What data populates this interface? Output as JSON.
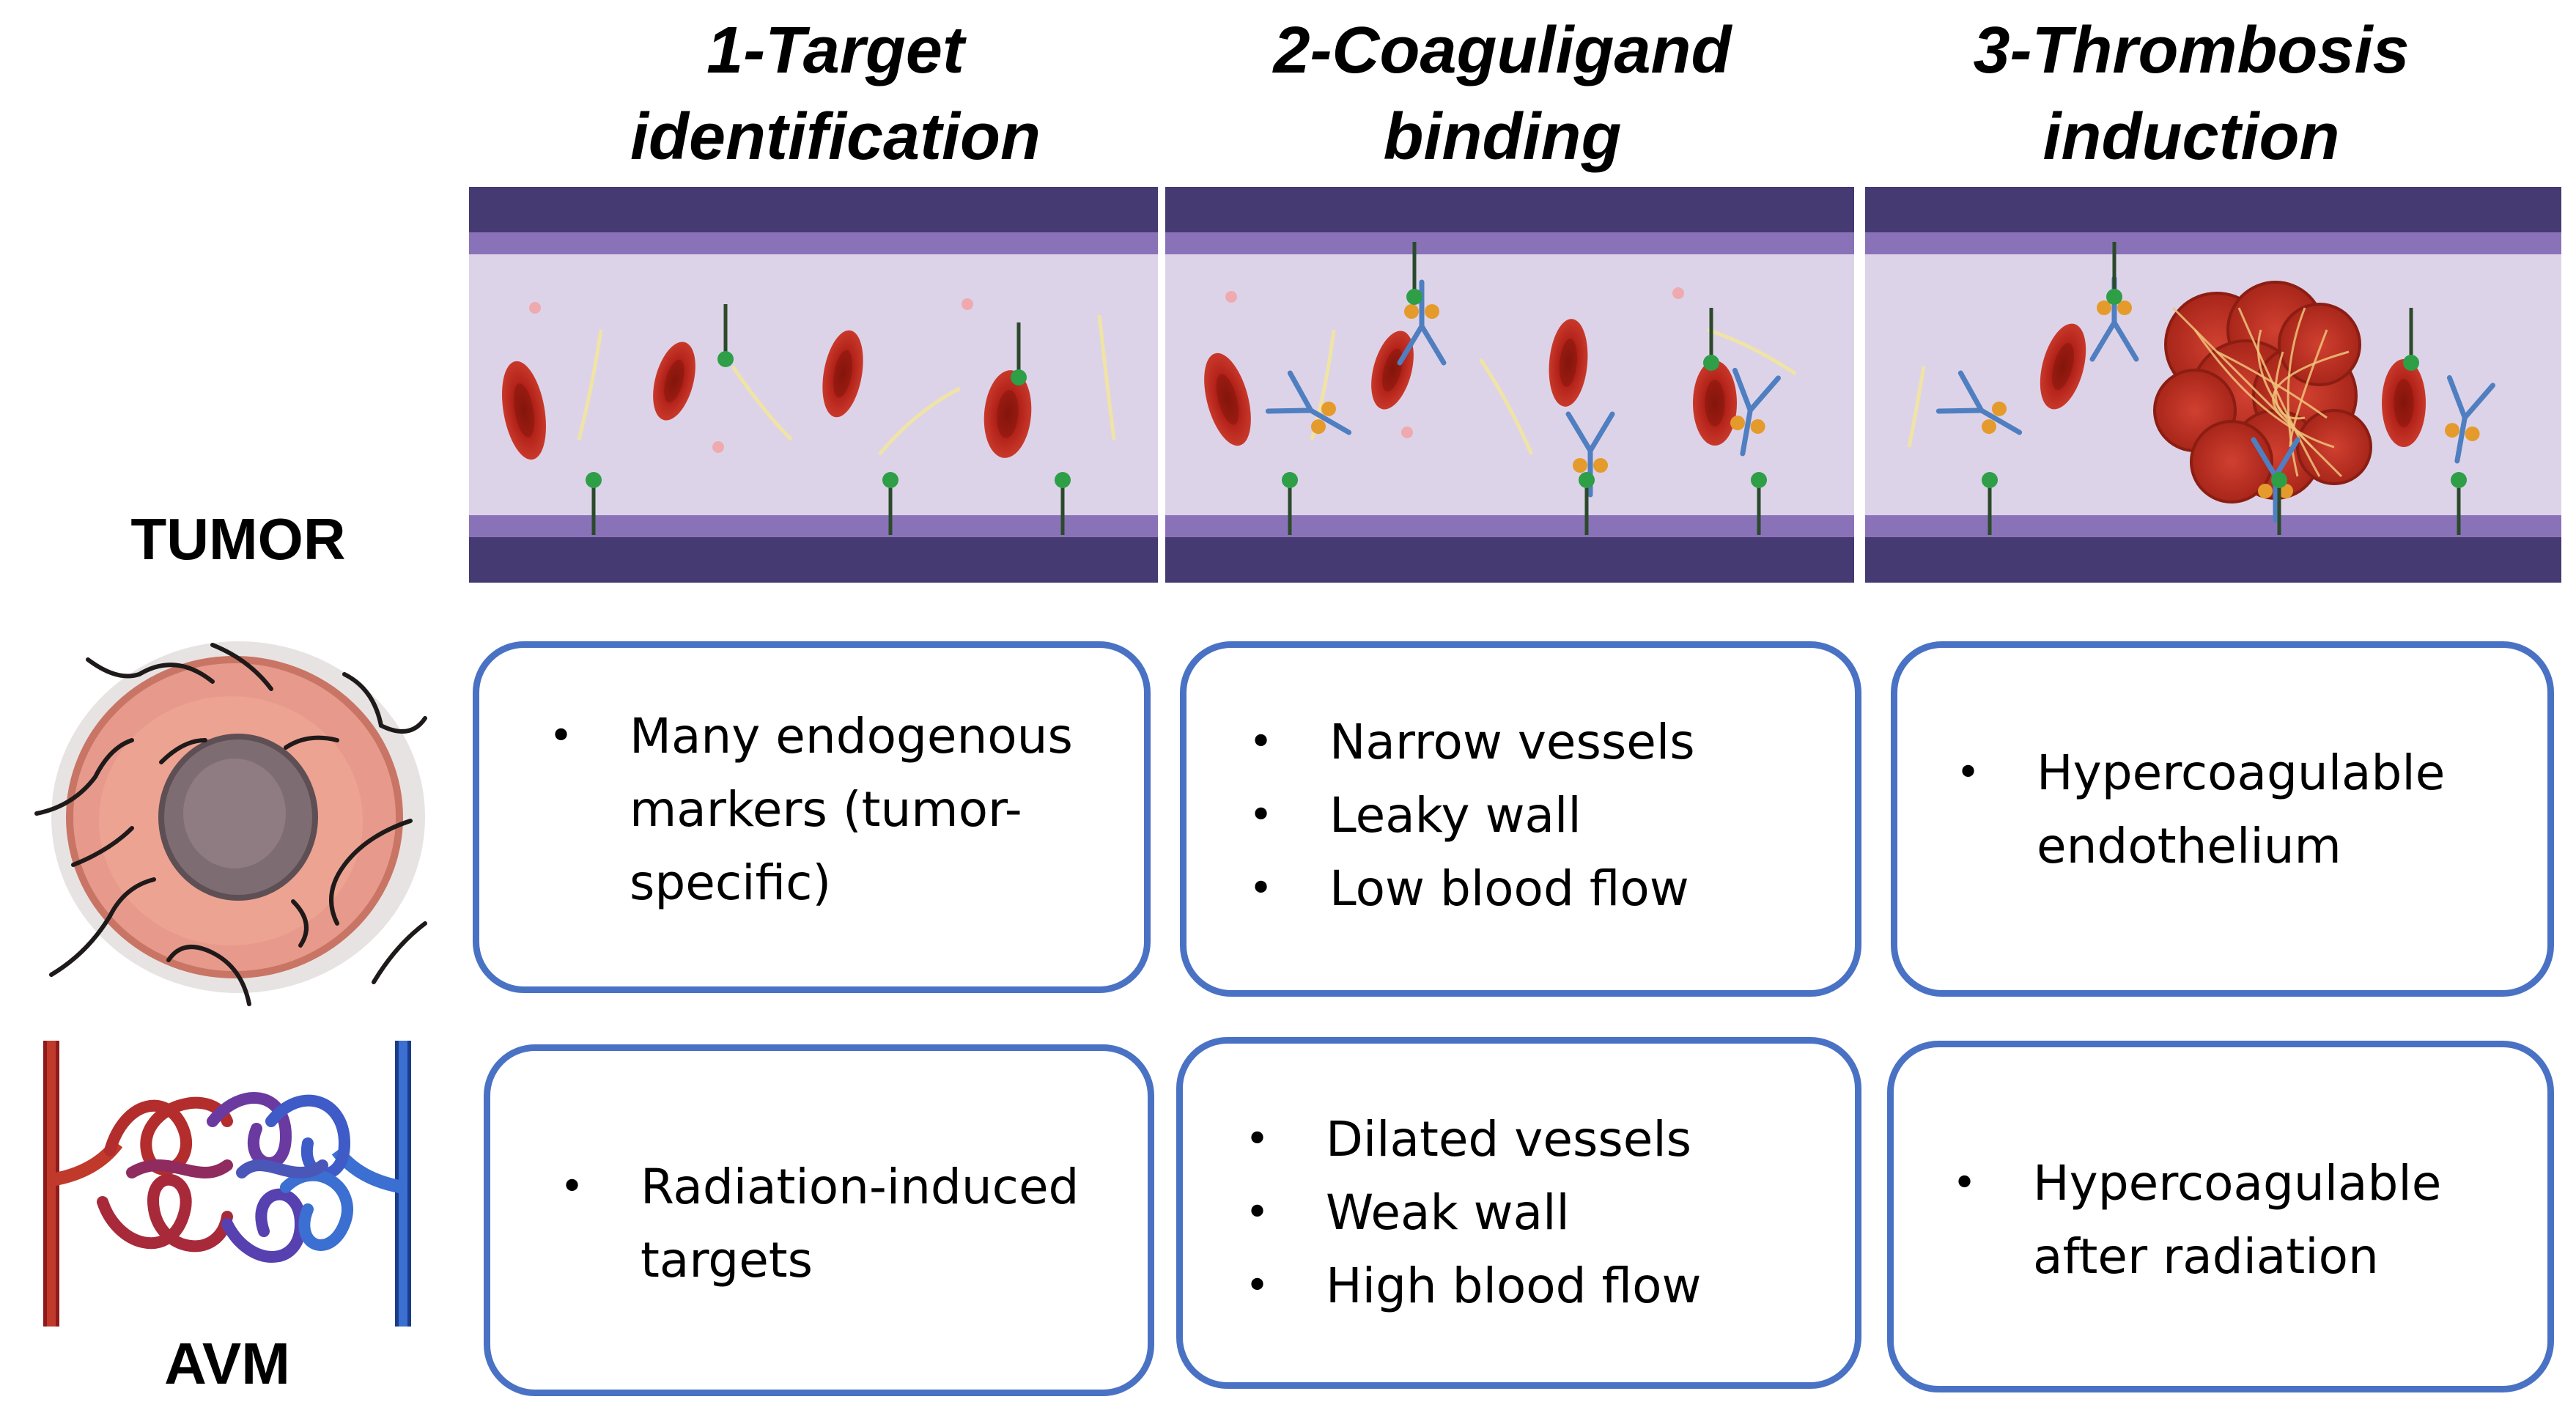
{
  "columns": [
    {
      "line1": "1-Target",
      "line2": "identification"
    },
    {
      "line1": "2-Coaguligand",
      "line2": "binding"
    },
    {
      "line1": "3-Thrombosis",
      "line2": "induction"
    }
  ],
  "rows": {
    "tumor": {
      "label": "TUMOR",
      "cells": [
        [
          "Many endogenous markers (tumor-specific)"
        ],
        [
          "Narrow vessels",
          "Leaky wall",
          "Low blood flow"
        ],
        [
          "Hypercoagulable endothelium"
        ]
      ]
    },
    "avm": {
      "label": "AVM",
      "cells": [
        [
          "Radiation-induced targets"
        ],
        [
          "Dilated vessels",
          "Weak wall",
          "High blood flow"
        ],
        [
          "Hypercoagulable after radiation"
        ]
      ]
    }
  },
  "colors": {
    "box_border": "#4a72c4",
    "vessel_wall_dark": "#463a72",
    "vessel_wall_mid": "#8a72b8",
    "vessel_lumen": "#ddd3e8",
    "rbc": "#b3231a",
    "marker": "#2e9e47",
    "antibody": "#4f7fc0",
    "coagulant": "#e59a2c"
  }
}
